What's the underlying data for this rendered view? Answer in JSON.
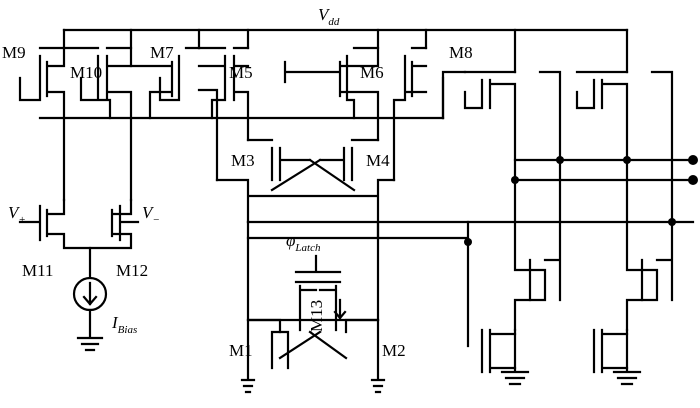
{
  "supply": {
    "main": "V",
    "sub": "dd"
  },
  "transistors": {
    "m1": "M1",
    "m2": "M2",
    "m3": "M3",
    "m4": "M4",
    "m5": "M5",
    "m6": "M6",
    "m7": "M7",
    "m8": "M8",
    "m9": "M9",
    "m10": "M10",
    "m11": "M11",
    "m12": "M12",
    "m13": "M13"
  },
  "inputs": {
    "vplus": {
      "main": "V",
      "sub": "+"
    },
    "vminus": {
      "main": "V",
      "sub": "−"
    }
  },
  "bias": {
    "main": "I",
    "sub": "Bias"
  },
  "latch": {
    "main": "φ",
    "sub": "Latch"
  },
  "colors": {
    "ink": "#000000",
    "background": "#ffffff"
  }
}
